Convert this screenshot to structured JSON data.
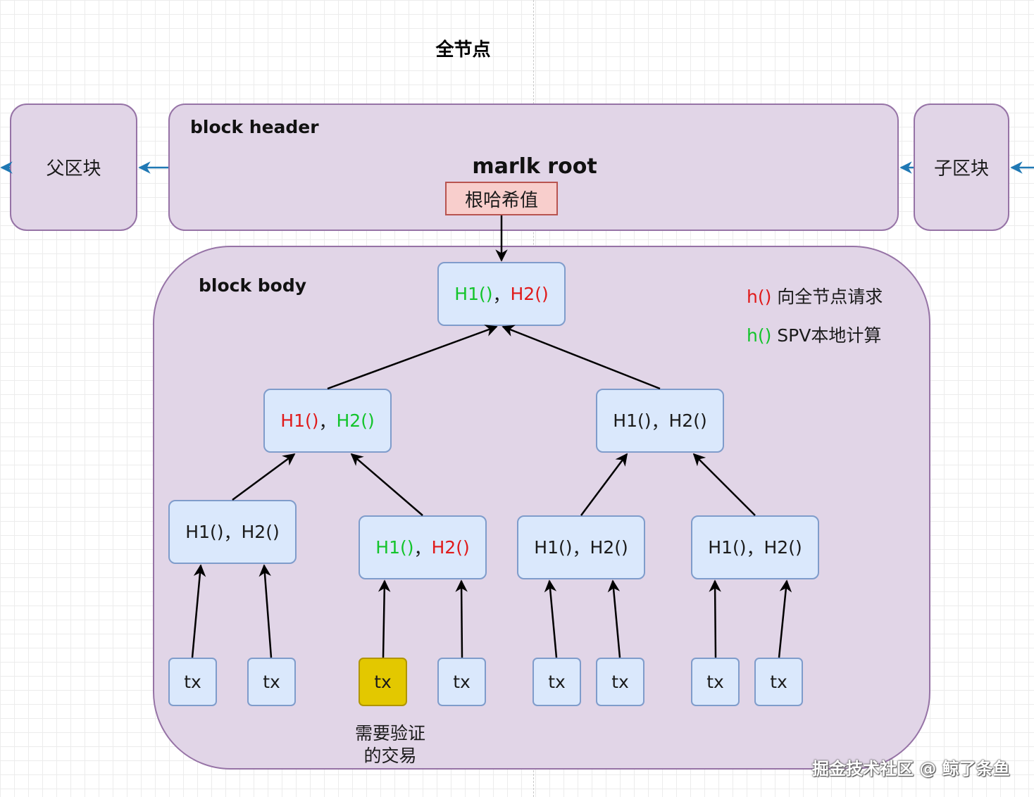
{
  "title": "全节点",
  "parent_block": "父区块",
  "child_block": "子区块",
  "header": {
    "label": "block header",
    "root_label": "marlk root",
    "root_hash": "根哈希值"
  },
  "body": {
    "label": "block body",
    "legend": {
      "request": {
        "h": "h()",
        "text": " 向全节点请求"
      },
      "local": {
        "h": "h()",
        "text": " SPV本地计算"
      }
    }
  },
  "node_text": {
    "h1": "H1()",
    "sep": "，",
    "h2": "H2()"
  },
  "tx_label": "tx",
  "target_note_line1": "需要验证",
  "target_note_line2": "的交易",
  "watermark": "掘金技术社区 @ 鲸了条鱼",
  "colors": {
    "local": "#13c42b",
    "request": "#e01a1a",
    "target_tx": "#e3c800",
    "block_fill": "#e1d5e7",
    "node_fill": "#dae8fc"
  }
}
